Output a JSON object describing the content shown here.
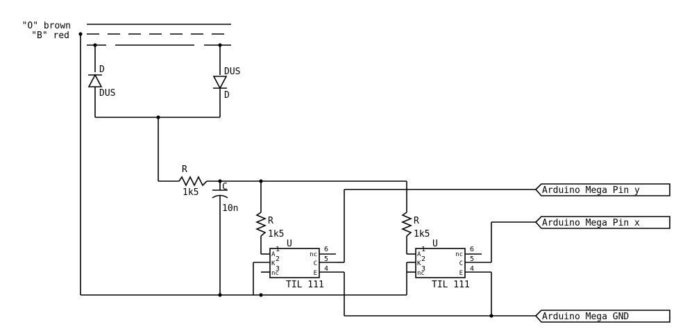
{
  "wires": {
    "O": "\"O\" brown",
    "B": "\"B\" red"
  },
  "diodes": {
    "left_top": "D",
    "left_bottom": "DUS",
    "right_top": "DUS",
    "right_bottom": "D"
  },
  "resistor_main": {
    "name": "R",
    "value": "1k5"
  },
  "capacitor": {
    "name": "C",
    "value": "10n"
  },
  "opto1": {
    "resistor_name": "R",
    "resistor_value": "1k5",
    "ref": "U",
    "pin_1": "1",
    "pin_2": "2",
    "pin_3": "3",
    "pin_4": "4",
    "pin_5": "5",
    "pin_6": "6",
    "in_A": "A",
    "in_K": "K",
    "in_nc": "nc",
    "out_nc": "nc",
    "out_C": "C",
    "out_E": "E",
    "name": "TIL 111"
  },
  "opto2": {
    "resistor_name": "R",
    "resistor_value": "1k5",
    "ref": "U",
    "pin_1": "1",
    "pin_2": "2",
    "pin_3": "3",
    "pin_4": "4",
    "pin_5": "5",
    "pin_6": "6",
    "in_A": "A",
    "in_K": "K",
    "in_nc": "nc",
    "out_nc": "nc",
    "out_C": "C",
    "out_E": "E",
    "name": "TIL 111"
  },
  "ports": {
    "pin_y": "Arduino Mega Pin y",
    "pin_x": "Arduino Mega Pin x",
    "gnd": "Arduino Mega GND"
  }
}
